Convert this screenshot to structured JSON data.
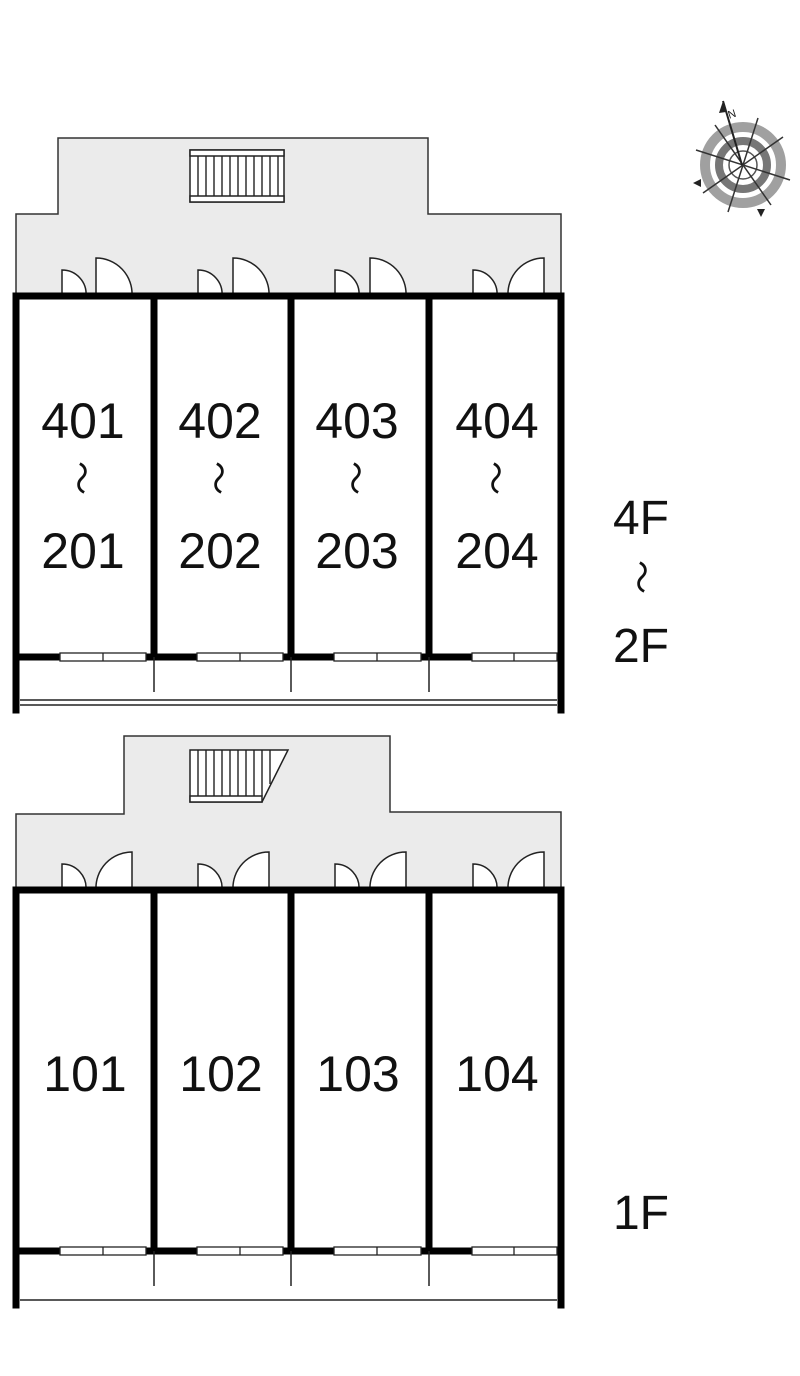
{
  "upper_floor": {
    "units_top": [
      "401",
      "402",
      "403",
      "404"
    ],
    "units_bottom": [
      "201",
      "202",
      "203",
      "204"
    ],
    "range_mark": "〜",
    "floor_top": "4F",
    "floor_bottom": "2F"
  },
  "ground_floor": {
    "units": [
      "101",
      "102",
      "103",
      "104"
    ],
    "floor_label": "1F"
  },
  "compass": {
    "north_label": "N"
  },
  "colors": {
    "corridor": "#ebebeb",
    "walls": "#000000",
    "compass_ring": "#9a9a9a"
  }
}
